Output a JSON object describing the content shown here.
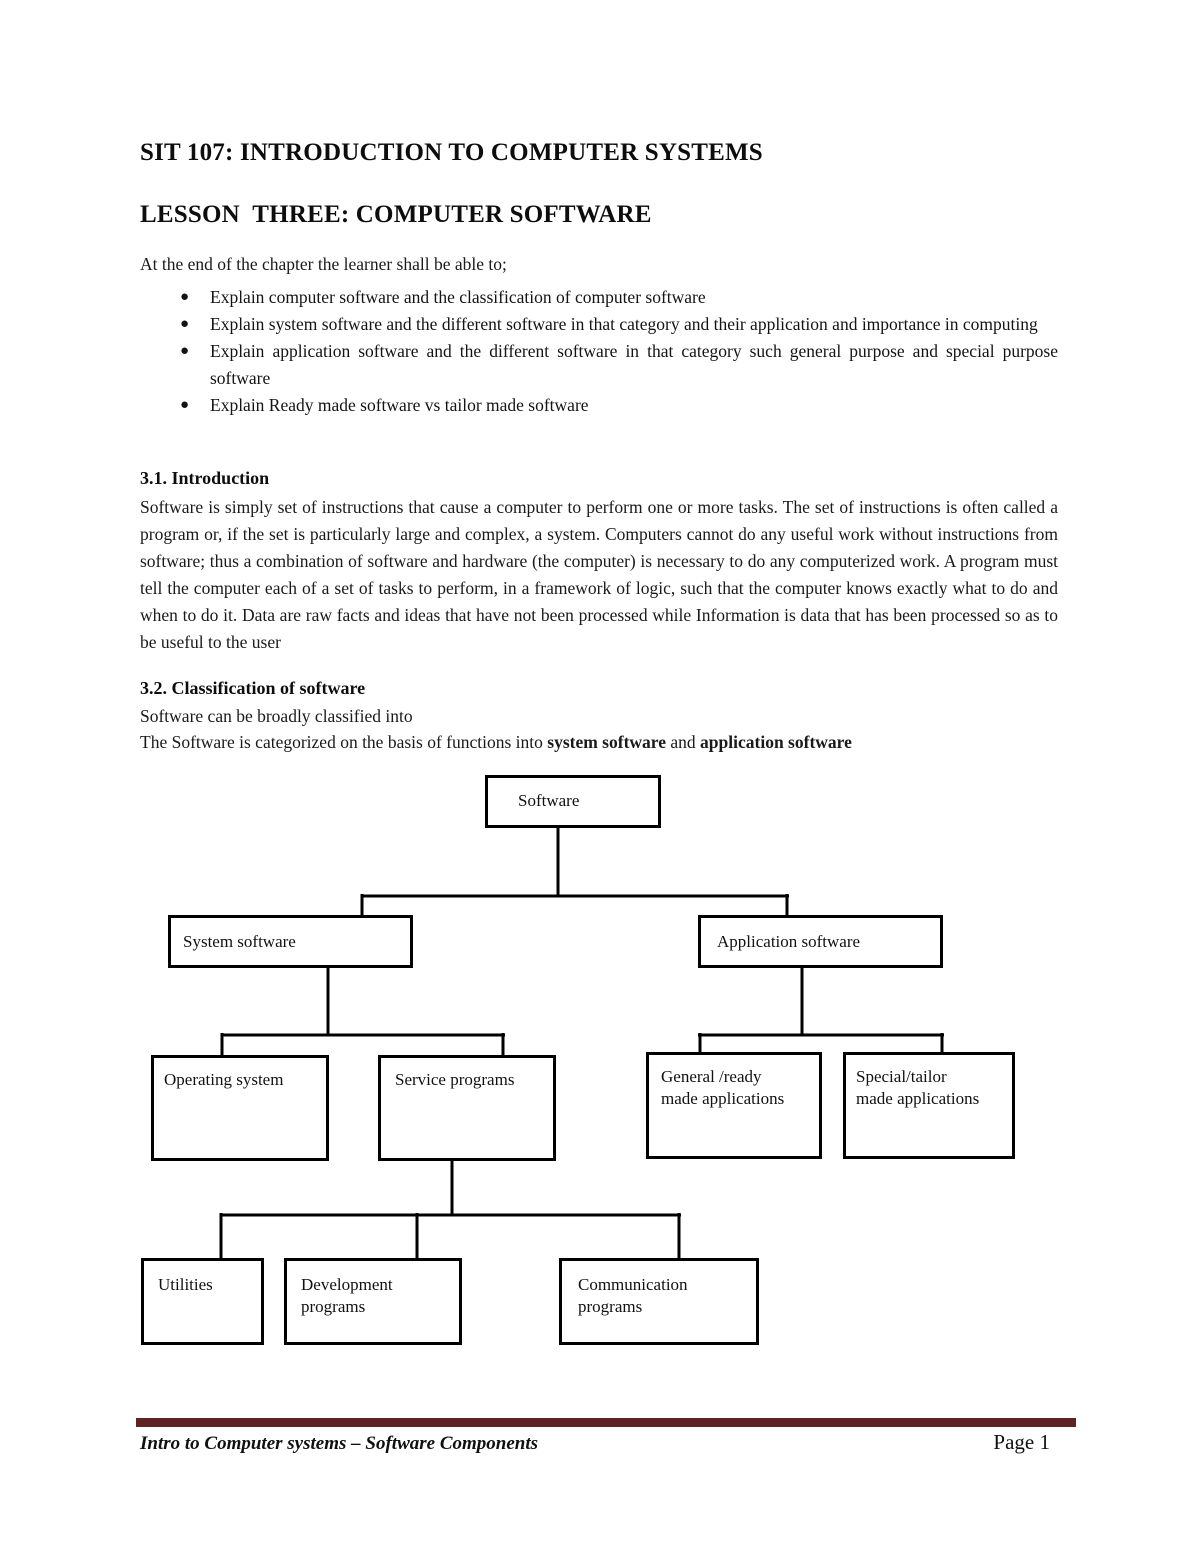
{
  "doc": {
    "course_title": "SIT 107: INTRODUCTION TO COMPUTER SYSTEMS",
    "lesson_title": "LESSON  THREE: COMPUTER SOFTWARE",
    "objectives_intro": "At the end of the chapter the learner shall be able to;",
    "objectives": [
      "Explain computer software and the classification of computer software",
      "Explain system software and the different software in that category and their application and importance in computing",
      "Explain application software and the different software in that category such general purpose and special purpose software",
      "Explain Ready made software vs tailor made software"
    ],
    "section_31": {
      "heading": "3.1. Introduction",
      "body": "Software is simply set of instructions that cause a computer to perform one or more tasks. The set of instructions is often called a program or, if the set is particularly large and complex, a system. Computers cannot do any useful work without instructions from software; thus a combination of software and hardware (the computer) is necessary to do any computerized work. A program must tell the computer each of a set of tasks to perform, in a framework of logic, such that the computer knows exactly what to do and when to do it. Data are raw facts and ideas that have not been processed while Information is data that has been processed so as to be useful to the user"
    },
    "section_32": {
      "heading": "3.2. Classification of software",
      "line1": "Software can be broadly classified into",
      "line2_prefix": "The Software is categorized on the basis of functions into ",
      "line2_bold1": "system software",
      "line2_mid": " and ",
      "line2_bold2": "application software"
    },
    "diagram": {
      "software": "Software",
      "system_software": "System software",
      "application_software": "Application software",
      "operating_system": "Operating system",
      "service_programs": "Service programs",
      "general_ready": "General /ready\nmade applications",
      "special_tailor": "Special/tailor\nmade applications",
      "utilities": "Utilities",
      "development_programs": "Development\nprograms",
      "communication_programs": "Communication\nprograms"
    },
    "footer": {
      "bar_color": "#5f2322",
      "left_text": "Intro to Computer systems – Software Components",
      "page_label": "Page 1"
    }
  }
}
